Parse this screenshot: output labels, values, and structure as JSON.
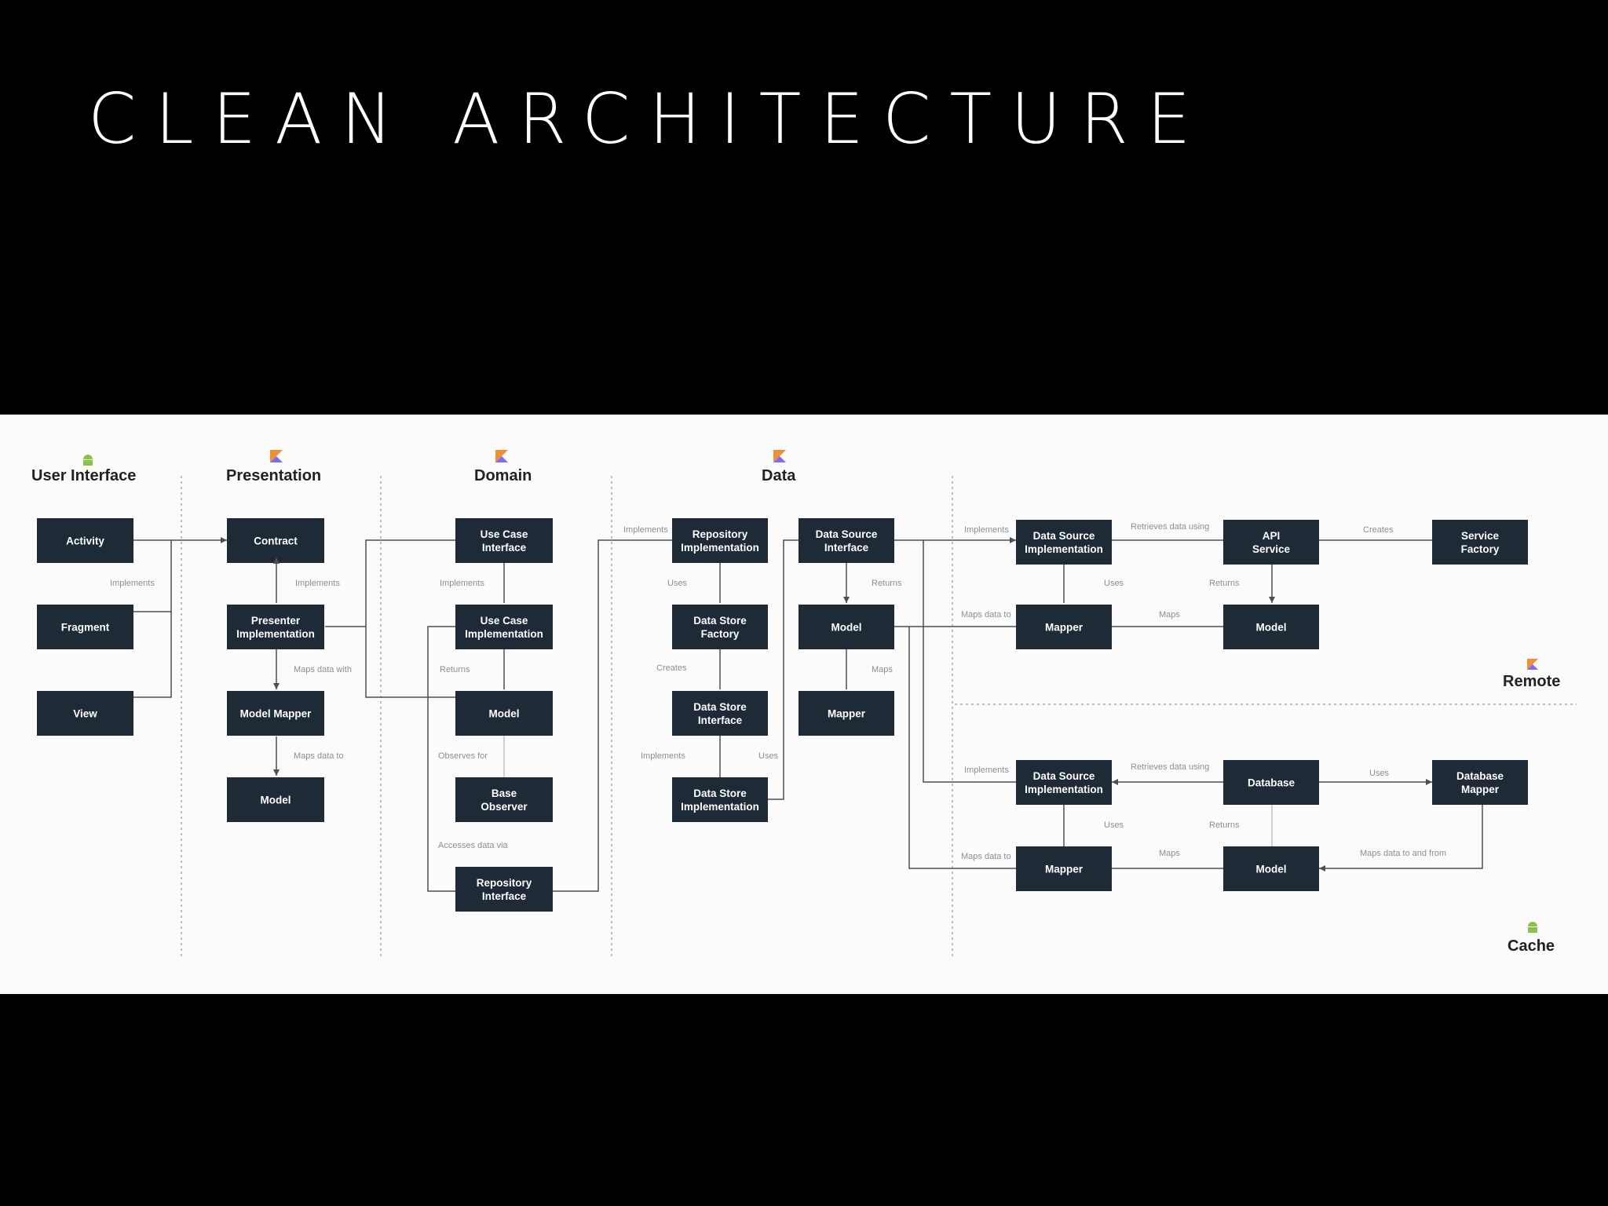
{
  "slide": {
    "title": "CLEAN ARCHITECTURE"
  },
  "colors": {
    "background": "#000000",
    "panel": "#fbfbfc",
    "node_fill": "#1e2a36",
    "kotlin_orange": "#f18e33",
    "kotlin_purple": "#7f6cf0",
    "android_green": "#8bc34a"
  },
  "sections": {
    "user_interface": {
      "title": "User Interface",
      "icon": "android-icon"
    },
    "presentation": {
      "title": "Presentation",
      "icon": "kotlin-icon"
    },
    "domain": {
      "title": "Domain",
      "icon": "kotlin-icon"
    },
    "data": {
      "title": "Data",
      "icon": "kotlin-icon"
    },
    "remote": {
      "title": "Remote",
      "icon": "kotlin-icon"
    },
    "cache": {
      "title": "Cache",
      "icon": "android-icon"
    }
  },
  "nodes": {
    "activity": [
      "Activity"
    ],
    "fragment": [
      "Fragment"
    ],
    "view": [
      "View"
    ],
    "contract": [
      "Contract"
    ],
    "presenter_impl": [
      "Presenter",
      "Implementation"
    ],
    "model_mapper": [
      "Model Mapper"
    ],
    "pres_model": [
      "Model"
    ],
    "usecase_interface": [
      "Use Case",
      "Interface"
    ],
    "usecase_impl": [
      "Use Case",
      "Implementation"
    ],
    "domain_model": [
      "Model"
    ],
    "base_observer": [
      "Base",
      "Observer"
    ],
    "repository_interface": [
      "Repository",
      "Interface"
    ],
    "repository_impl": [
      "Repository",
      "Implementation"
    ],
    "data_store_factory": [
      "Data Store",
      "Factory"
    ],
    "data_store_interface": [
      "Data Store",
      "Interface"
    ],
    "data_store_impl": [
      "Data Store",
      "Implementation"
    ],
    "data_source_interface": [
      "Data Source",
      "Interface"
    ],
    "data_model": [
      "Model"
    ],
    "data_mapper": [
      "Mapper"
    ],
    "remote_ds_impl": [
      "Data Source",
      "Implementation"
    ],
    "api_service": [
      "API",
      "Service"
    ],
    "service_factory": [
      "Service",
      "Factory"
    ],
    "remote_mapper": [
      "Mapper"
    ],
    "remote_model": [
      "Model"
    ],
    "cache_ds_impl": [
      "Data Source",
      "Implementation"
    ],
    "database": [
      "Database"
    ],
    "database_mapper": [
      "Database",
      "Mapper"
    ],
    "cache_mapper": [
      "Mapper"
    ],
    "cache_model": [
      "Model"
    ]
  },
  "edge_labels": {
    "ui_implements": "Implements",
    "pres_implements": "Implements",
    "maps_data_with": "Maps data with",
    "maps_data_to": "Maps data to",
    "domain_implements": "Implements",
    "returns": "Returns",
    "observes_for": "Observes for",
    "accesses_data_via": "Accesses data via",
    "repo_implements": "Implements",
    "uses": "Uses",
    "creates": "Creates",
    "store_implements": "Implements",
    "store_uses": "Uses",
    "ds_returns": "Returns",
    "ds_maps": "Maps",
    "remote_implements": "Implements",
    "remote_retrieves": "Retrieves data using",
    "remote_creates": "Creates",
    "remote_uses": "Uses",
    "remote_returns": "Returns",
    "remote_maps_data_to": "Maps data to",
    "remote_maps": "Maps",
    "cache_implements": "Implements",
    "cache_retrieves": "Retrieves data using",
    "cache_uses_db": "Uses",
    "cache_uses": "Uses",
    "cache_returns": "Returns",
    "cache_maps_data_to": "Maps data to",
    "cache_maps": "Maps",
    "cache_maps_data_to_and_from": "Maps data to and from"
  }
}
